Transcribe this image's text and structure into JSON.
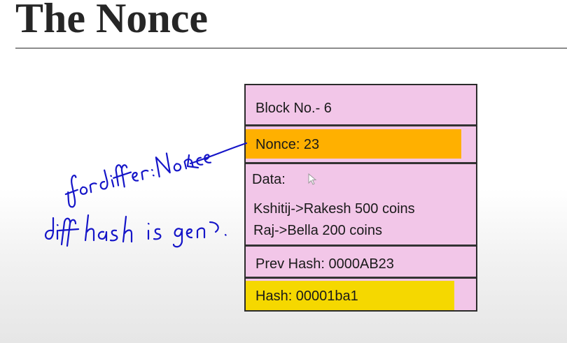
{
  "slide": {
    "title": "The Nonce"
  },
  "block": {
    "block_no": "Block No.- 6",
    "nonce": "Nonce: 23",
    "data_label": "Data:",
    "transactions": [
      "Kshitij->Rakesh 500 coins",
      "Raj->Bella 200 coins"
    ],
    "prev_hash": "Prev Hash: 0000AB23",
    "hash": "Hash: 00001ba1"
  },
  "colors": {
    "block_bg": "#f2c6e8",
    "nonce_highlight": "#ffb000",
    "hash_highlight": "#f5d800",
    "ink": "#1515c8"
  },
  "annotations": {
    "handwriting_1": "for differ: Nonce",
    "handwriting_2": "diff hash is gen."
  }
}
